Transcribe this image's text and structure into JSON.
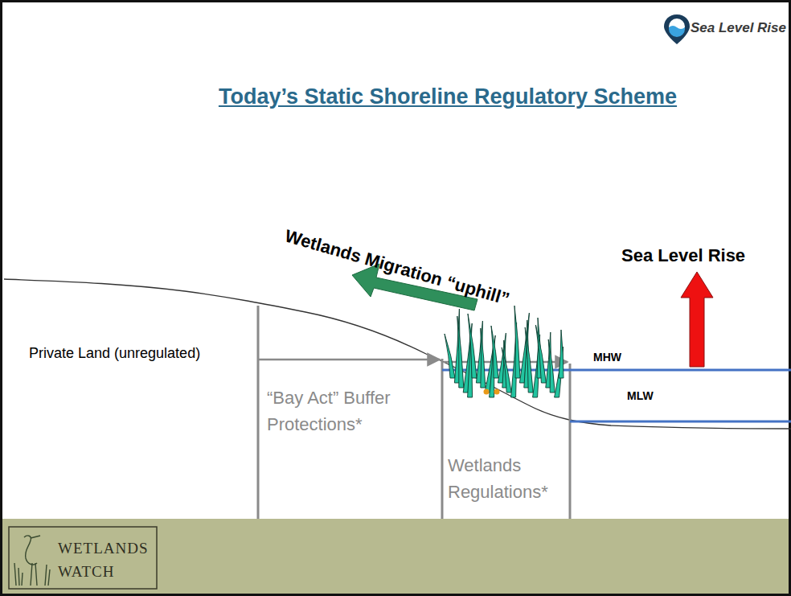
{
  "diagram": {
    "title": "Today’s Static Shoreline Regulatory Scheme",
    "labels": [
      "Sea Level Rise",
      "Wetlands Migration “uphill”",
      "Sea Level Rise",
      "Private Land (unregulated)",
      "“Bay Act” Buffer Protections*",
      "Wetlands Regulations*",
      "MHW",
      "MLW",
      "WETLANDS WATCH"
    ]
  }
}
